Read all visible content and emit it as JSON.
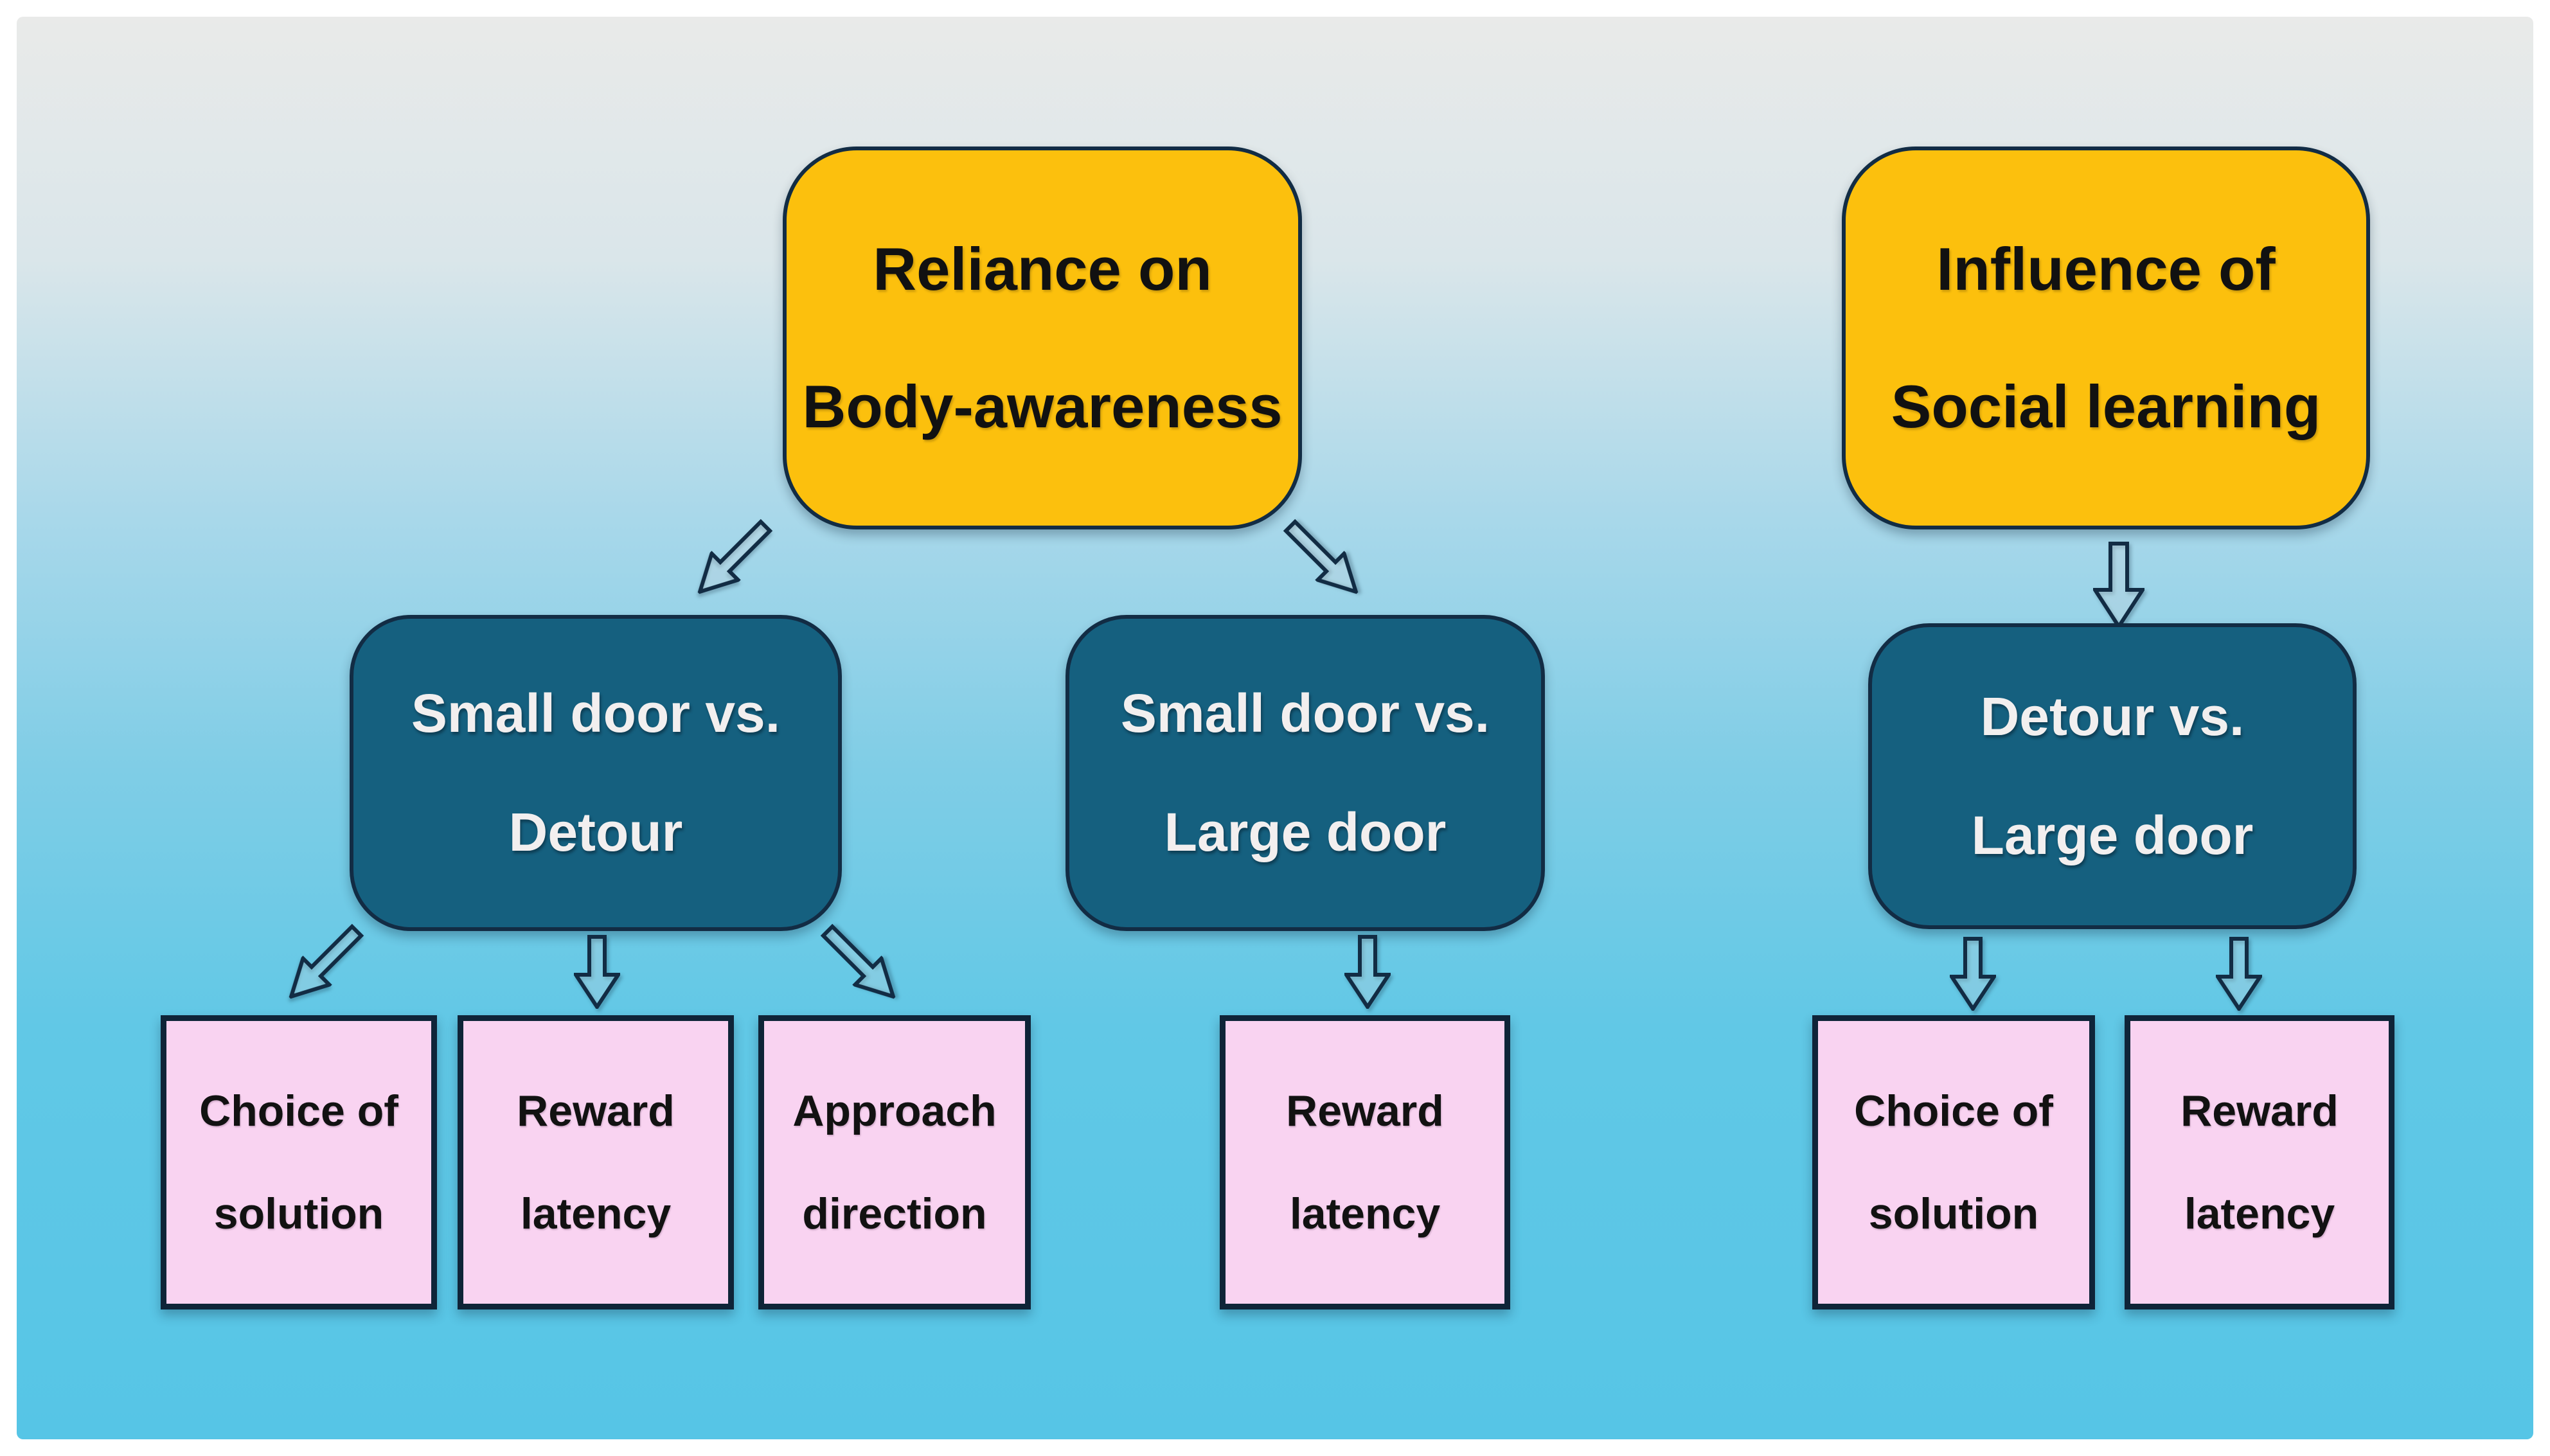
{
  "diagram": {
    "background": {
      "gradient_top": "#E9EAE9",
      "gradient_bottom": "#56C5E6",
      "page_margin": "#FFFFFF"
    },
    "colors": {
      "topic_fill": "#FCC00D",
      "comparison_fill": "#15607F",
      "measure_fill": "#F9D3F1",
      "border": "#122C44",
      "topic_text": "#111111",
      "comparison_text": "#F2EFEF",
      "measure_text": "#121212"
    },
    "icons": {
      "connector": "hollow-outline-arrow"
    },
    "nodes": {
      "topics": [
        {
          "lines": [
            "Reliance on",
            "Body-awareness"
          ]
        },
        {
          "lines": [
            "Influence of",
            "Social learning"
          ]
        }
      ],
      "comparisons": [
        {
          "lines": [
            "Small door vs.",
            "Detour"
          ]
        },
        {
          "lines": [
            "Small door vs.",
            "Large door"
          ]
        },
        {
          "lines": [
            "Detour vs.",
            "Large door"
          ]
        }
      ],
      "measures": [
        {
          "lines": [
            "Choice of",
            "solution"
          ]
        },
        {
          "lines": [
            "Reward",
            "latency"
          ]
        },
        {
          "lines": [
            "Approach",
            "direction"
          ]
        },
        {
          "lines": [
            "Reward",
            "latency"
          ]
        },
        {
          "lines": [
            "Choice of",
            "solution"
          ]
        },
        {
          "lines": [
            "Reward",
            "latency"
          ]
        }
      ]
    },
    "edges": [
      {
        "from": "Reliance on Body-awareness",
        "to": "Small door vs. Detour"
      },
      {
        "from": "Reliance on Body-awareness",
        "to": "Small door vs. Large door"
      },
      {
        "from": "Influence of Social learning",
        "to": "Detour vs. Large door"
      },
      {
        "from": "Small door vs. Detour",
        "to": "Choice of solution"
      },
      {
        "from": "Small door vs. Detour",
        "to": "Reward latency"
      },
      {
        "from": "Small door vs. Detour",
        "to": "Approach direction"
      },
      {
        "from": "Small door vs. Large door",
        "to": "Reward latency"
      },
      {
        "from": "Detour vs. Large door",
        "to": "Choice of solution"
      },
      {
        "from": "Detour vs. Large door",
        "to": "Reward latency"
      }
    ]
  }
}
